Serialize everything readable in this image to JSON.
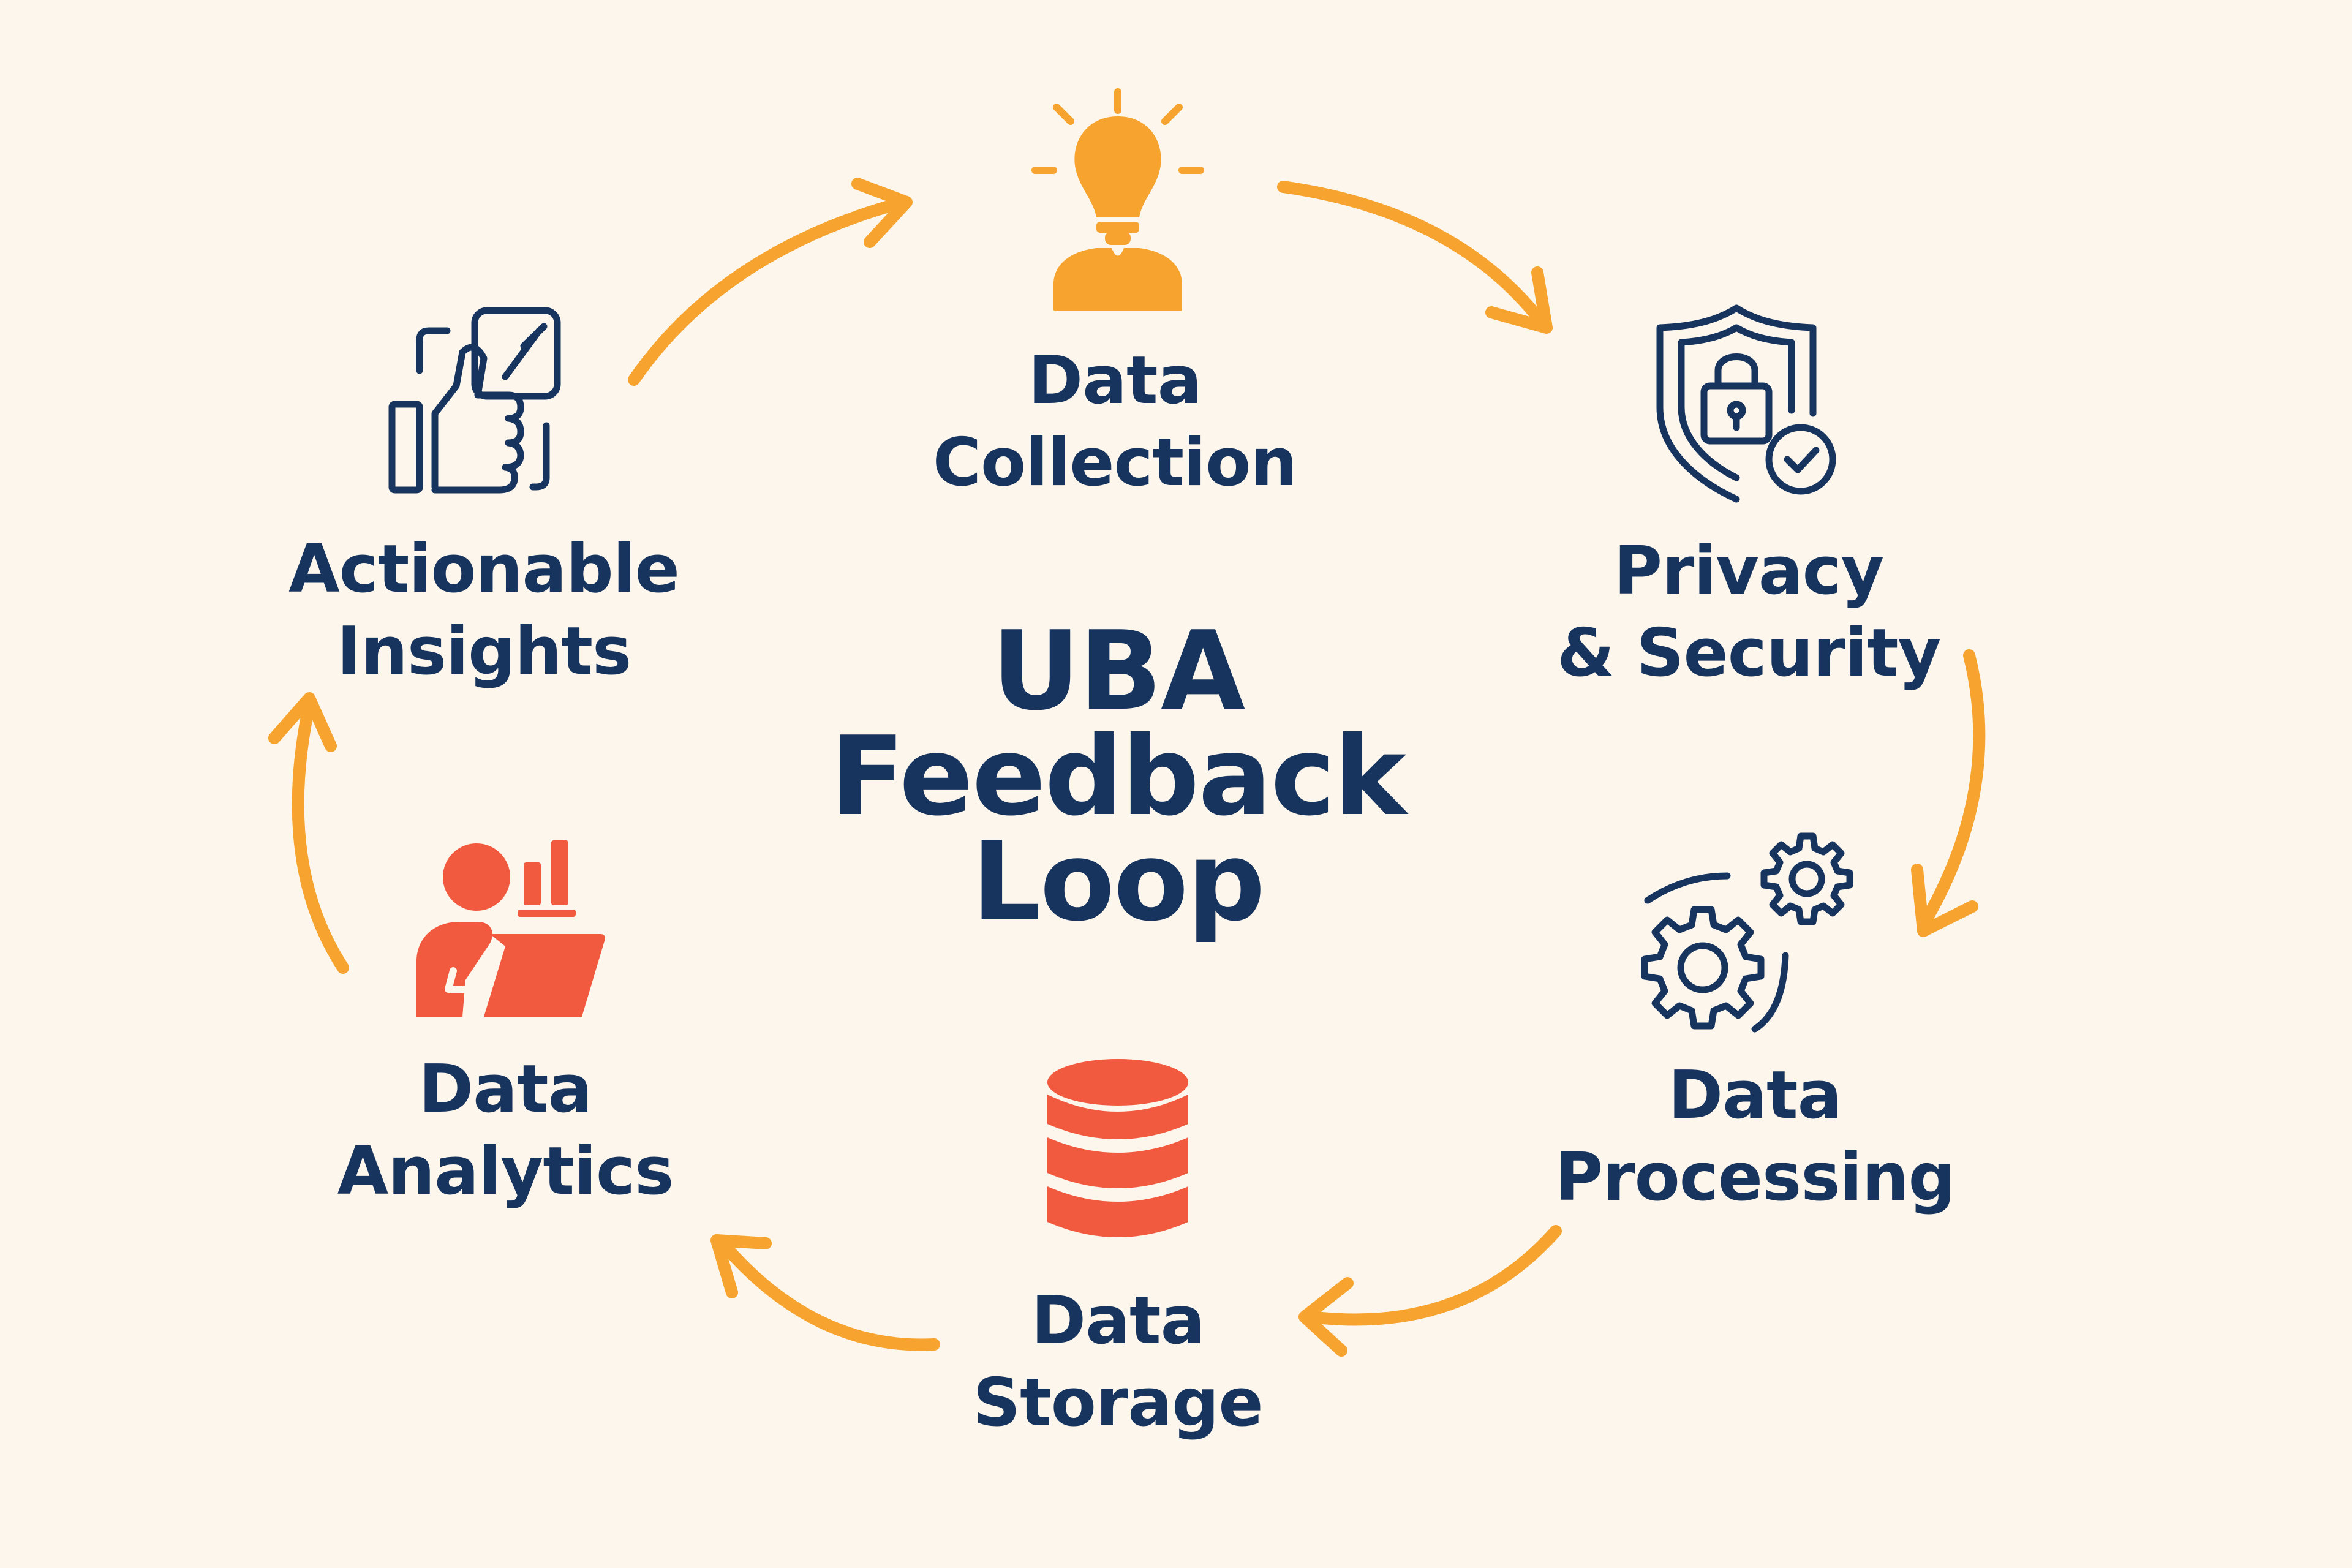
{
  "title": [
    "UBA",
    "Feedback",
    "Loop"
  ],
  "stages": {
    "data_collection": [
      "Data",
      "Collection"
    ],
    "privacy_security": [
      "Privacy",
      "& Security"
    ],
    "data_processing": [
      "Data",
      "Processing"
    ],
    "data_storage": [
      "Data",
      "Storage"
    ],
    "data_analytics": [
      "Data",
      "Analytics"
    ],
    "actionable_insights": [
      "Actionable",
      "Insights"
    ]
  },
  "icons": {
    "data_collection": "lightbulb-person-icon",
    "privacy_security": "shield-lock-icon",
    "data_processing": "gears-icon",
    "data_storage": "database-icon",
    "data_analytics": "person-laptop-chart-icon",
    "actionable_insights": "thumbs-up-icon"
  },
  "colors": {
    "background": "#fdf6ec",
    "text": "#17345f",
    "arrow": "#f6a42f",
    "accent_orange": "#f6a42f",
    "accent_red": "#f25a3f",
    "icon_navy": "#17345f"
  }
}
